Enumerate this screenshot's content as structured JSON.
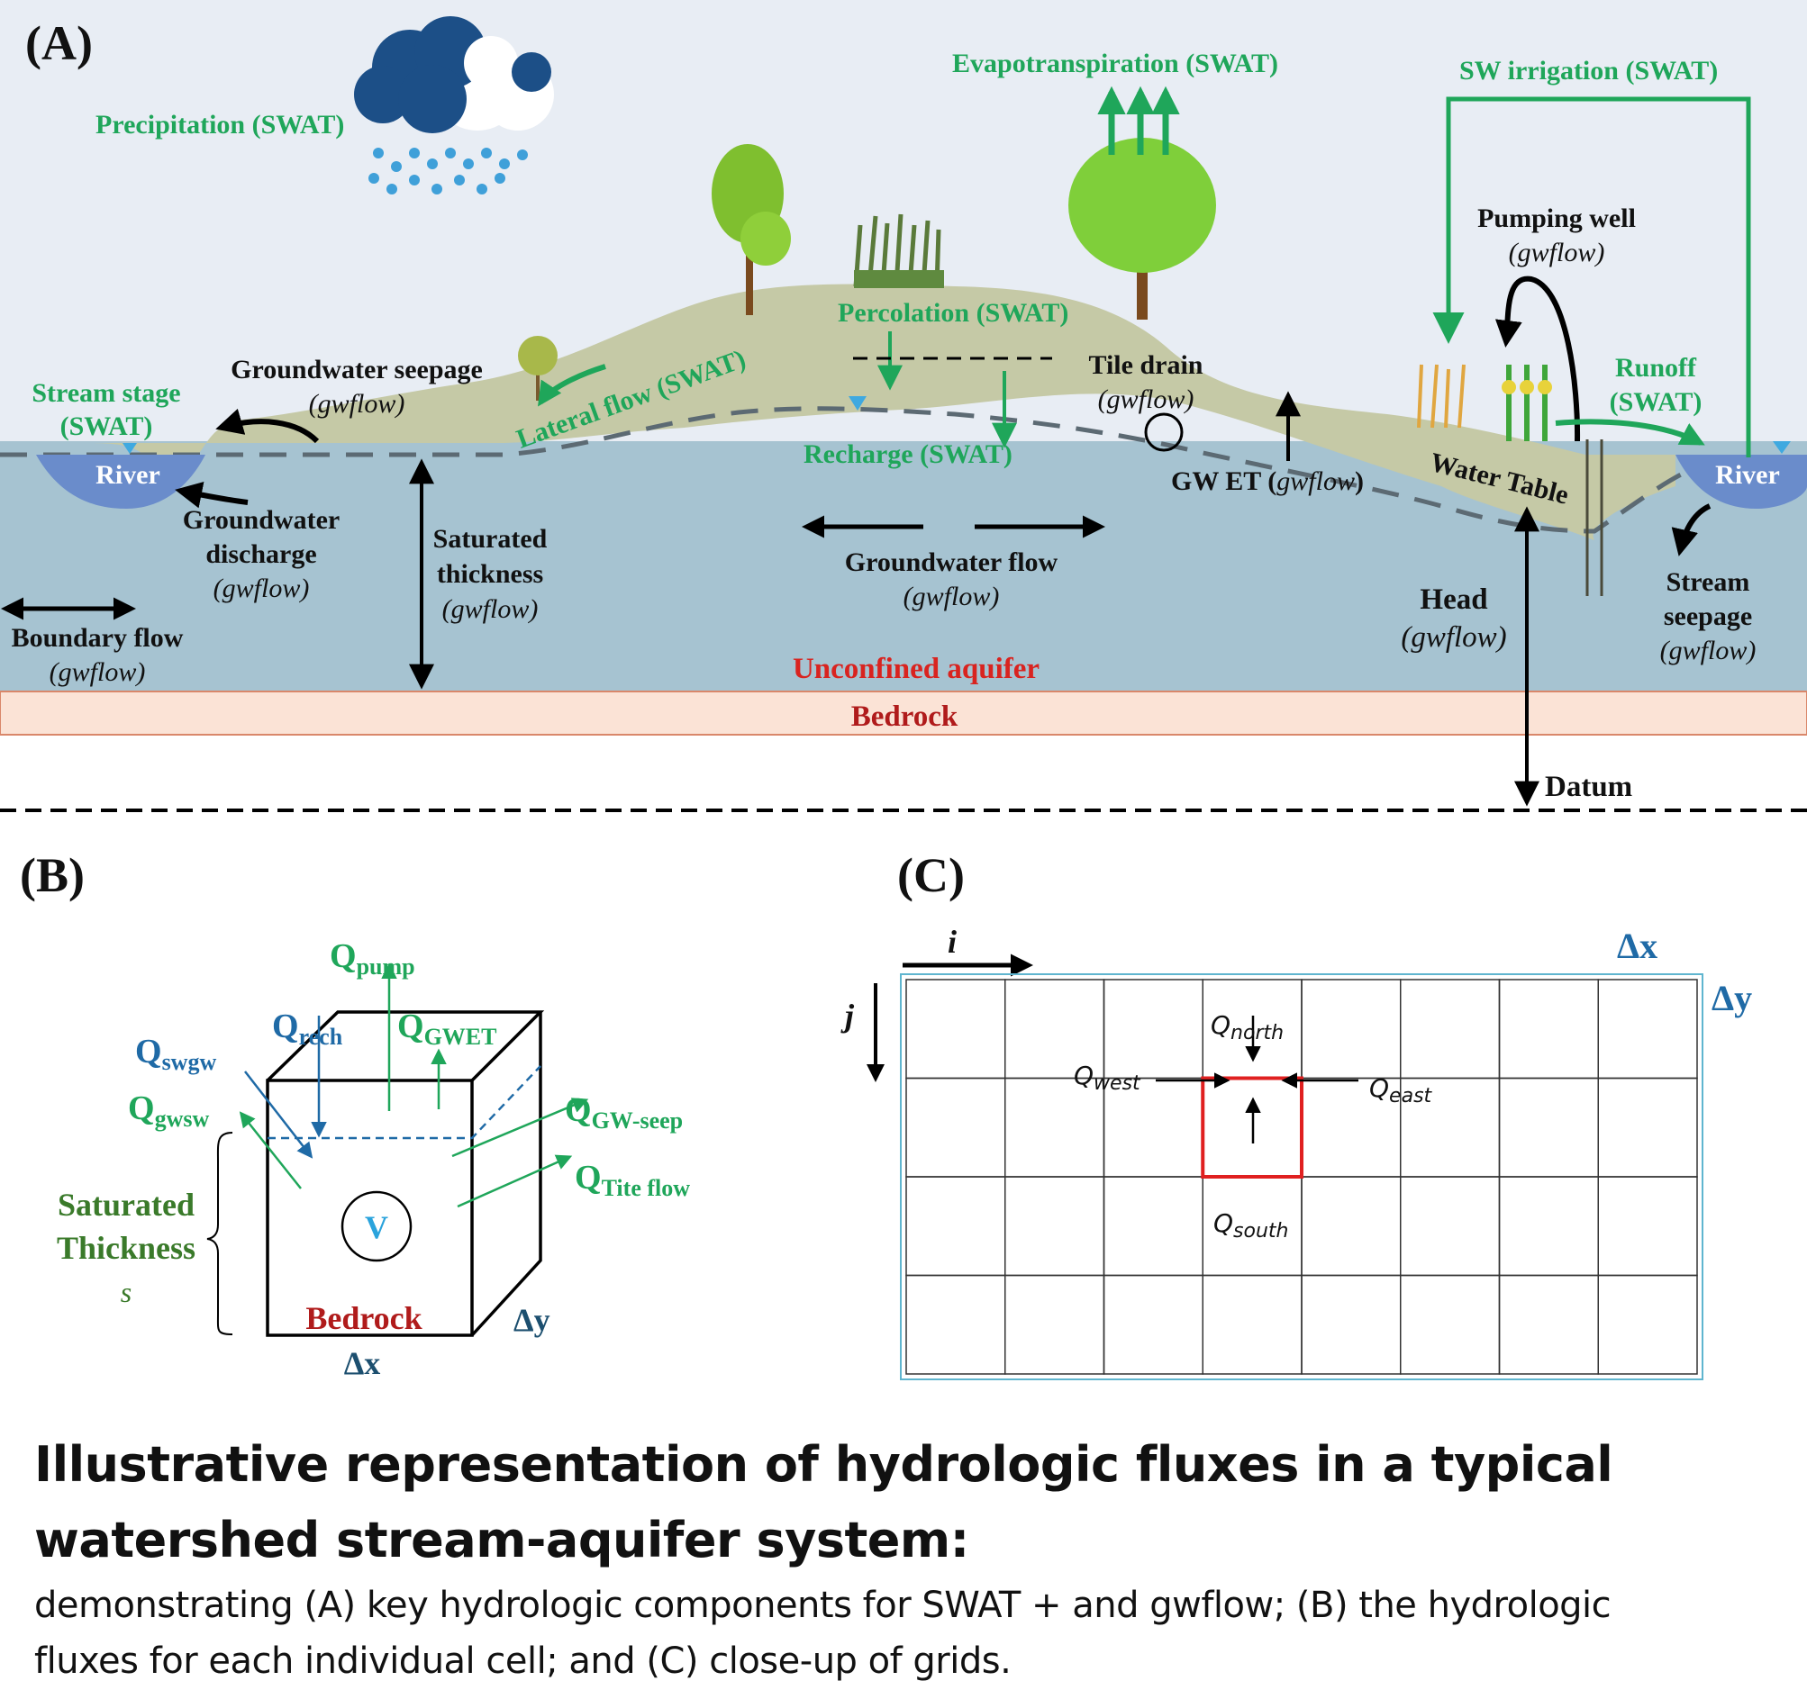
{
  "panels": {
    "a": {
      "label": "(A)",
      "labels": {
        "precipitation": "Precipitation (SWAT)",
        "evapotranspiration": "Evapotranspiration (SWAT)",
        "sw_irrigation": "SW irrigation (SWAT)",
        "pumping_well": "Pumping well",
        "pumping_well_model": "(gwflow)",
        "percolation": "Percolation (SWAT)",
        "tile_drain": "Tile drain",
        "tile_drain_model": "(gwflow)",
        "runoff": "Runoff",
        "runoff_model": "(SWAT)",
        "stream_stage": "Stream stage",
        "stream_stage_model": "(SWAT)",
        "gw_seepage": "Groundwater seepage",
        "gw_seepage_model": "(gwflow)",
        "lateral_flow": "Lateral flow (SWAT)",
        "recharge": "Recharge (SWAT)",
        "gw_et": "GW ET (",
        "gw_et_model": "gwflow",
        "gw_et_close": ")",
        "water_table": "Water Table",
        "river_left": "River",
        "river_right": "River",
        "gw_discharge_1": "Groundwater",
        "gw_discharge_2": "discharge",
        "gw_discharge_model": "(gwflow)",
        "saturated_1": "Saturated",
        "saturated_2": "thickness",
        "saturated_model": "(gwflow)",
        "gw_flow": "Groundwater flow",
        "gw_flow_model": "(gwflow)",
        "head": "Head",
        "head_model": "(gwflow)",
        "stream_seepage_1": "Stream",
        "stream_seepage_2": "seepage",
        "stream_seepage_model": "(gwflow)",
        "boundary_flow": "Boundary flow",
        "boundary_flow_model": "(gwflow)",
        "unconfined_aquifer": "Unconfined aquifer",
        "bedrock": "Bedrock",
        "datum": "Datum"
      }
    },
    "b": {
      "label": "(B)",
      "q": "Q",
      "subs": {
        "pump": "pump",
        "rech": "rech",
        "gwet": "GWET",
        "swgw": "swgw",
        "gwsw": "gwsw",
        "gw_seep": "GW-seep",
        "tile_flow": "Tite flow"
      },
      "volume": "V",
      "saturated_1": "Saturated",
      "saturated_2": "Thickness",
      "saturated_symbol": "s",
      "bedrock": "Bedrock",
      "dx": "Δx",
      "dy": "Δy"
    },
    "c": {
      "label": "(C)",
      "i_axis": "i",
      "j_axis": "j",
      "dx": "Δx",
      "dy": "Δy",
      "q": "Q",
      "north": "north",
      "south": "south",
      "west": "west",
      "east": "east",
      "grid_columns": 8,
      "grid_rows": 4,
      "highlight_cell": {
        "column": 4,
        "row": 2
      }
    }
  },
  "caption": {
    "title_line1": "Illustrative representation of hydrologic fluxes in a typical",
    "title_line2": "watershed stream-aquifer system:",
    "body_line1": "demonstrating (A) key hydrologic components for SWAT + and gwflow; (B) the hydrologic",
    "body_line2": "fluxes for each individual cell; and (C) close-up of grids."
  },
  "colors": {
    "sky": "#e8edf4",
    "land": "#c5c9a6",
    "aquifer": "#a6c3d1",
    "river": "#6a8ccb",
    "bedrock": "#fbe3d6",
    "bedrock_border": "#d9876a",
    "swat_green": "#1fa65a",
    "blue_label": "#1f6aa6",
    "red_label": "#d9231f",
    "dark_red": "#b01b1b",
    "water_marker": "#3fa9e0",
    "grid_highlight": "#e02020",
    "grid_frame": "#5fb5cf"
  }
}
